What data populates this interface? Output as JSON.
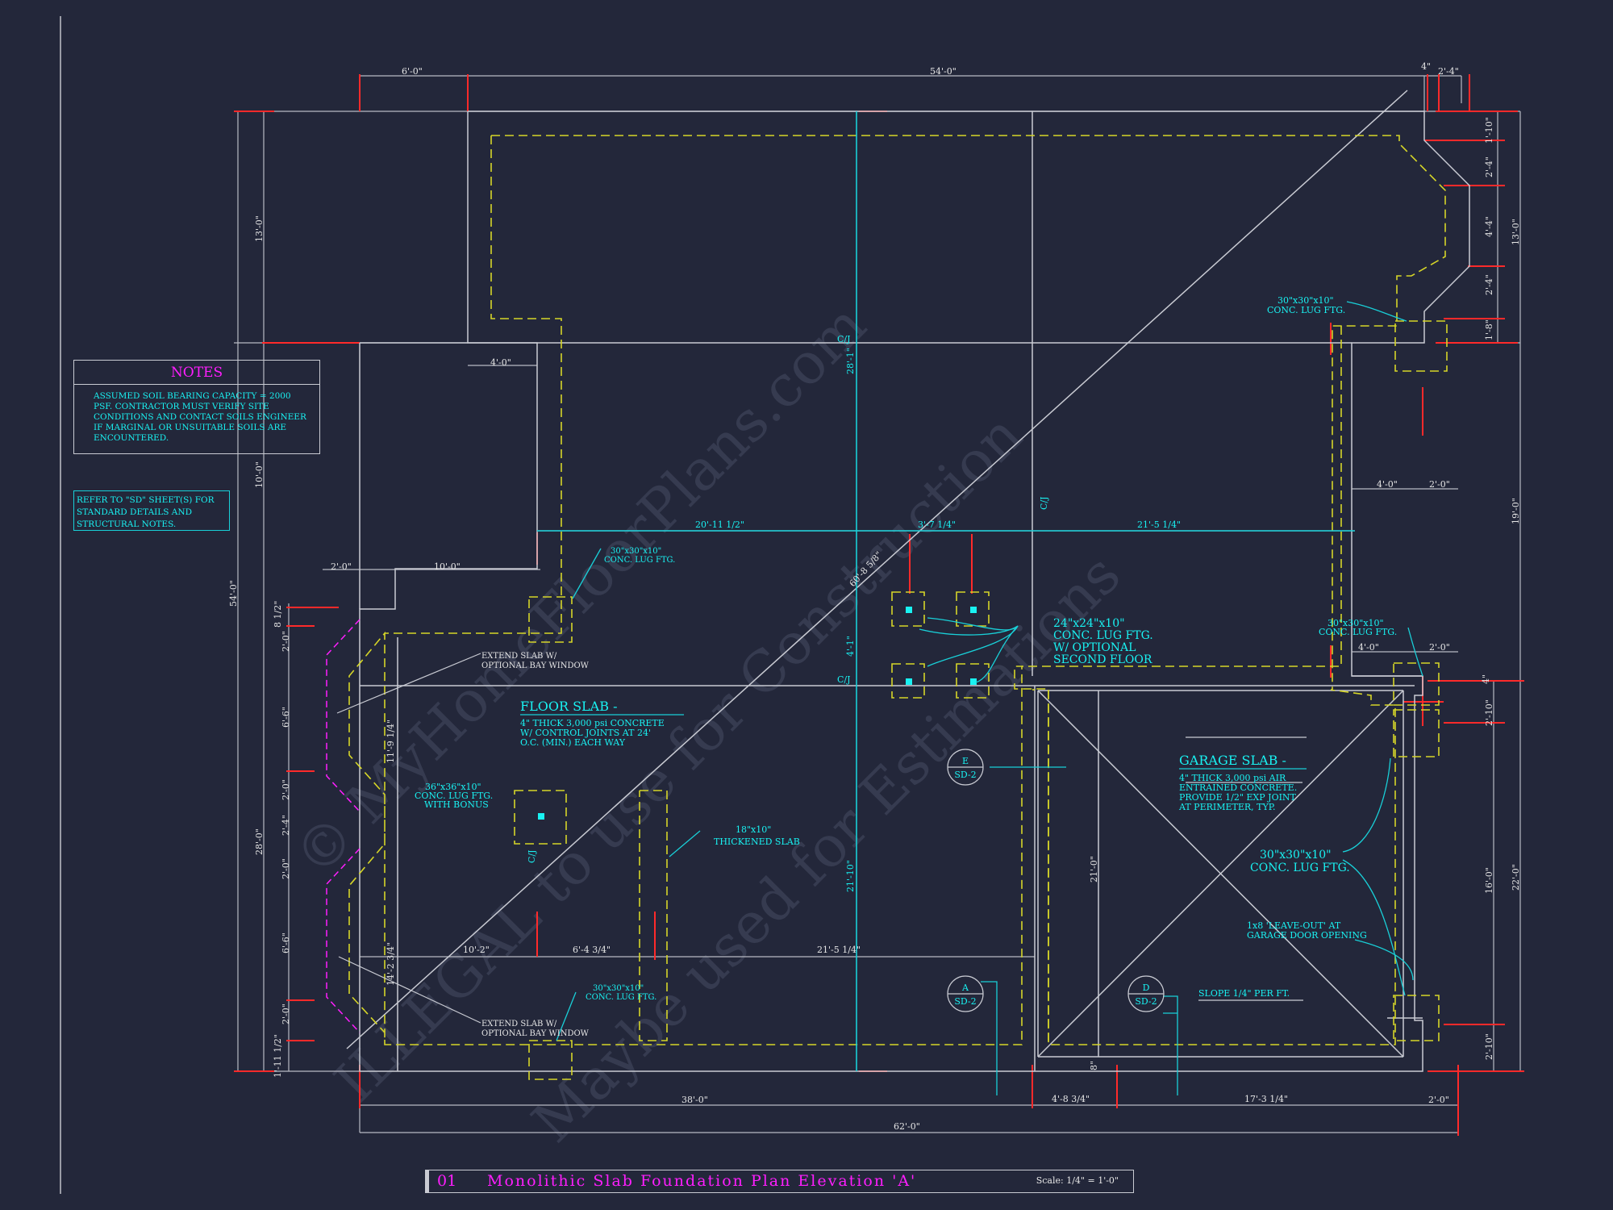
{
  "drawing": {
    "number": "01",
    "title": "Monolithic Slab Foundation Plan Elevation 'A'",
    "scale": "Scale: 1/4\" = 1'-0\""
  },
  "notes": {
    "title": "NOTES",
    "body": "ASSUMED SOIL BEARING CAPACITY = 2000 PSF. CONTRACTOR MUST VERIFY SITE CONDITIONS AND CONTACT SOILS ENGINEER IF MARGINAL OR UNSUITABLE SOILS ARE ENCOUNTERED.",
    "reference": "REFER TO \"SD\" SHEET(S) FOR STANDARD DETAILS AND STRUCTURAL NOTES."
  },
  "dimensions": {
    "top_a": "6'-0\"",
    "top_b": "54'-0\"",
    "top_c": "4\"",
    "top_d": "2'-4\"",
    "left_a": "13'-0\"",
    "left_b": "10'-0\"",
    "left_c": "28'-0\"",
    "left_overall": "54'-0\"",
    "left_in_a": "8 1/2\"",
    "left_in_b": "2'-0\"",
    "left_in_c": "6'-6\"",
    "left_in_d": "2'-0\"",
    "left_in_e": "2'-4\"",
    "left_in_f": "2'-0\"",
    "left_in_g": "6'-6\"",
    "left_in_h": "2'-0\"",
    "left_in_i": "1'-11 1/2\"",
    "right_a": "1'-10\"",
    "right_b": "2'-4\"",
    "right_c": "4'-4\"",
    "right_d": "2'-4\"",
    "right_e": "1'-8\"",
    "right_f": "13'-0\"",
    "right_g": "19'-0\"",
    "right_h": "4\"",
    "right_i": "2'-10\"",
    "right_j": "16'-0\"",
    "right_k": "2'-10\"",
    "right_l": "22'-0\"",
    "mid_a": "4'-0\"",
    "mid_b": "2'-0\"",
    "mid_c": "10'-0\"",
    "mid_d": "20'-11 1/2\"",
    "mid_e": "3'-7 1/4\"",
    "mid_f": "21'-5 1/4\"",
    "mid_g": "4'-0\"",
    "mid_h": "2'-0\"",
    "mid_i": "4'-0\"",
    "mid_j": "2'-0\"",
    "mid_k": "11'-9 1/4\"",
    "mid_l": "14'-2 3/4\"",
    "mid_m": "28'-1\"",
    "mid_n": "4'-1\"",
    "mid_o": "21'-10\"",
    "mid_p": "21'-0\"",
    "mid_q": "60'-8 5/8\"",
    "bot_a": "10'-2\"",
    "bot_b": "6'-4 3/4\"",
    "bot_c": "21'-5 1/4\"",
    "bot_d": "38'-0\"",
    "bot_e": "4'-8 3/4\"",
    "bot_f": "17'-3 1/4\"",
    "bot_g": "2'-0\"",
    "bot_h": "62'-0\"",
    "bot_i": "8\""
  },
  "markers": {
    "cj": "C/J",
    "e": "E",
    "a": "A",
    "d": "D",
    "sd2": "SD-2"
  },
  "callouts": {
    "floor_slab_title": "FLOOR SLAB -",
    "floor_slab_l1": "4\" THICK 3,000 psi CONCRETE",
    "floor_slab_l2": "W/ CONTROL JOINTS AT 24'",
    "floor_slab_l3": "O.C. (MIN.) EACH WAY",
    "garage_title": "GARAGE SLAB -",
    "garage_l1": "4\" THICK 3,000 psi AIR",
    "garage_l2": "ENTRAINED CONCRETE.",
    "garage_l3": "PROVIDE 1/2\" EXP JOINT",
    "garage_l4": "AT PERIMETER, TYP.",
    "lug30_l1": "30\"x30\"x10\"",
    "lug30_l2": "CONC. LUG FTG.",
    "lug30b_l1": "30\"x30\"x10\"",
    "lug30b_l2": "CONC. LUG FTG.",
    "lug30c_l1": "30\"x30\"x10\"",
    "lug30c_l2": "CONC. LUG FTG.",
    "lug30d_l1": "30\"x30\"x10\"",
    "lug30d_l2": "CONC. LUG FTG.",
    "lug30e_l1": "30\"x30\"x10\"",
    "lug30e_l2": "CONC. LUG FTG.",
    "lug24_l1": "24\"x24\"x10\"",
    "lug24_l2": "CONC. LUG FTG.",
    "lug24_l3": "W/ OPTIONAL",
    "lug24_l4": "SECOND FLOOR",
    "lug36_l1": "36\"x36\"x10\"",
    "lug36_l2": "CONC. LUG FTG.",
    "lug36_l3": "WITH BONUS",
    "thick_l1": "18\"x10\"",
    "thick_l2": "THICKENED SLAB",
    "bay_top_l1": "EXTEND SLAB W/",
    "bay_top_l2": "OPTIONAL BAY WINDOW",
    "bay_bot_l1": "EXTEND SLAB W/",
    "bay_bot_l2": "OPTIONAL BAY WINDOW",
    "leaveout_l1": "1x8 'LEAVE-OUT' AT",
    "leaveout_l2": "GARAGE DOOR OPENING",
    "slope": "SLOPE 1/4\" PER FT."
  },
  "watermark": {
    "l1": "© MyHomeFloorPlans.com",
    "l2": "ILLEGAL to use for Construction",
    "l3": "Maybe used for Estimations"
  },
  "colors": {
    "background": "#23273a",
    "line": "#c9cbd3",
    "cyan": "#19f2f2",
    "yellow": "#d6d628",
    "red": "#ff2a2a",
    "magenta": "#ff1eff"
  }
}
